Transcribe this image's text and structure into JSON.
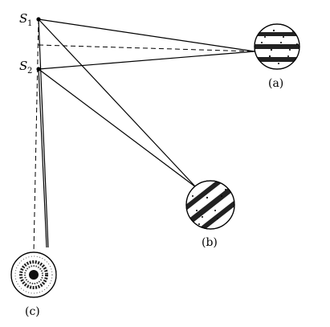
{
  "labels": {
    "s1": "S",
    "s1_sub": "1",
    "s2": "S",
    "s2_sub": "2",
    "a": "(a)",
    "b": "(b)",
    "c": "(c)"
  }
}
